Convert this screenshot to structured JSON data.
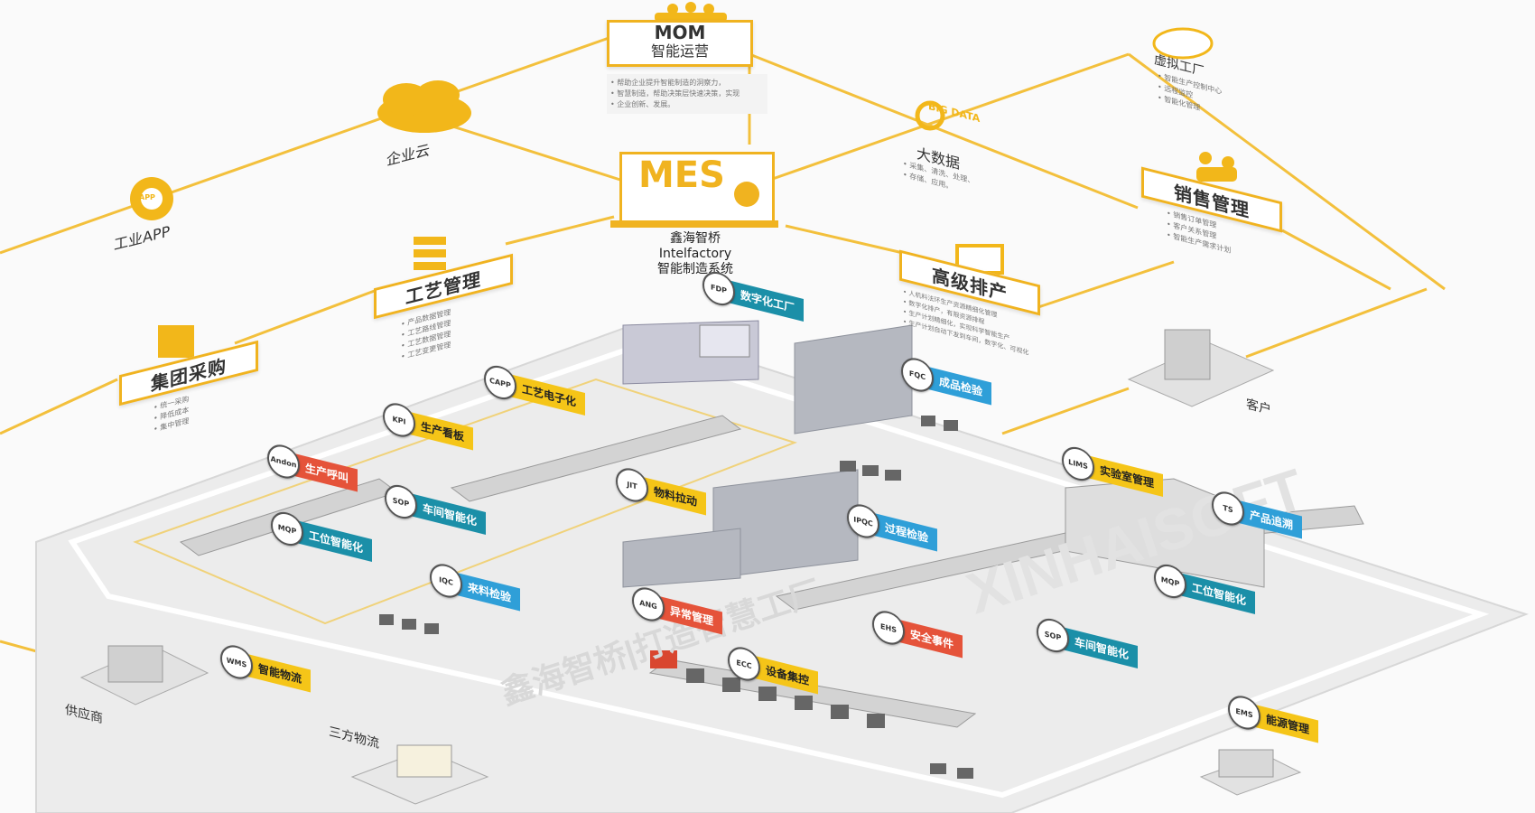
{
  "top": {
    "mom": {
      "title": "MOM",
      "subtitle": "智能运营",
      "desc": [
        "帮助企业提升智能制造的洞察力，",
        "智慧制造，帮助决策层快速决策，实现",
        "企业创新、发展。"
      ]
    },
    "mes": {
      "logo": "MES",
      "name_cn": "鑫海智桥",
      "name_en": "Intelfactory",
      "name_sys": "智能制造系统"
    }
  },
  "left": {
    "cloud": "企业云",
    "app": "工业APP",
    "app_badge": "APP",
    "process": {
      "title": "工艺管理",
      "items": [
        "产品数据管理",
        "工艺路线管理",
        "工艺数据管理",
        "工艺变更管理"
      ]
    },
    "purchase": {
      "title": "集团采购",
      "items": [
        "统一采购",
        "降低成本",
        "集中管理"
      ]
    },
    "supplier": "供应商",
    "logistics": "三方物流"
  },
  "right": {
    "virtual": {
      "title": "虚拟工厂",
      "items": [
        "智能生产控制中心",
        "远程监控",
        "智能化管理"
      ]
    },
    "bigdata": {
      "title": "大数据",
      "badge_big": "BIG",
      "badge_data": "DATA",
      "desc": [
        "采集、清洗、处理、",
        "存储、应用。"
      ]
    },
    "sales": {
      "title": "销售管理",
      "items": [
        "销售订单管理",
        "客户关系管理",
        "智能生产需求计划"
      ]
    },
    "aps": {
      "title": "高级排产",
      "items": [
        "人机料法环生产资源精细化管理",
        "数字化排产，有限资源排程",
        "生产计划精细化，实现科学智能生产",
        "生产计划自动下发到车间，数字化、可视化"
      ]
    },
    "customer": "客户"
  },
  "tags": [
    {
      "abbr": "FDP",
      "label": "数字化工厂",
      "color": "t"
    },
    {
      "abbr": "FQC",
      "label": "成品检验",
      "color": "b"
    },
    {
      "abbr": "CAPP",
      "label": "工艺电子化",
      "color": "y"
    },
    {
      "abbr": "KPI",
      "label": "生产看板",
      "color": "y"
    },
    {
      "abbr": "Andon",
      "label": "生产呼叫",
      "color": "r"
    },
    {
      "abbr": "SOP",
      "label": "车间智能化",
      "color": "t"
    },
    {
      "abbr": "MQP",
      "label": "工位智能化",
      "color": "t"
    },
    {
      "abbr": "JIT",
      "label": "物料拉动",
      "color": "y"
    },
    {
      "abbr": "IPQC",
      "label": "过程检验",
      "color": "b"
    },
    {
      "abbr": "LIMS",
      "label": "实验室管理",
      "color": "y"
    },
    {
      "abbr": "TS",
      "label": "产品追溯",
      "color": "b"
    },
    {
      "abbr": "MQP",
      "label": "工位智能化",
      "color": "t"
    },
    {
      "abbr": "IQC",
      "label": "来料检验",
      "color": "b"
    },
    {
      "abbr": "ANG",
      "label": "异常管理",
      "color": "r"
    },
    {
      "abbr": "EHS",
      "label": "安全事件",
      "color": "r"
    },
    {
      "abbr": "SOP",
      "label": "车间智能化",
      "color": "t"
    },
    {
      "abbr": "ECC",
      "label": "设备集控",
      "color": "y"
    },
    {
      "abbr": "WMS",
      "label": "智能物流",
      "color": "y"
    },
    {
      "abbr": "EMS",
      "label": "能源管理",
      "color": "y"
    }
  ],
  "watermarks": [
    "鑫海智桥|打造智慧工厂",
    "XINHAISOFT"
  ],
  "colors": {
    "accent": "#f0b320",
    "teal": "#1b8fa8",
    "blue": "#2f9fd8",
    "red": "#e5533a"
  }
}
